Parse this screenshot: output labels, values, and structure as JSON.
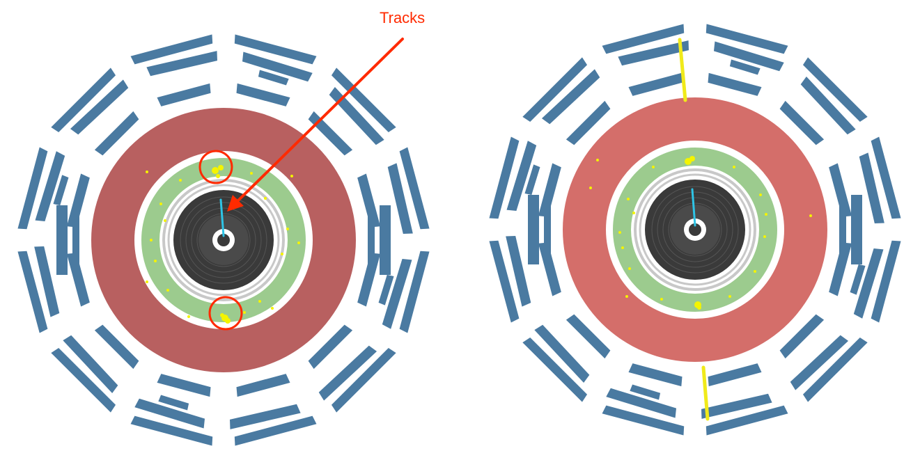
{
  "annotation": {
    "label": "Tracks",
    "color": "#ff2a00"
  },
  "colors": {
    "muon_chambers": "#4a7aa1",
    "hadronic_calorimeter_left": "#b86060",
    "hadronic_calorimeter_right": "#d46e6a",
    "em_calorimeter": "#9ccb8e",
    "tracker": "#3a3a3a",
    "tracker_inner": "#4a4a4a",
    "solenoid": "#c8c8c8",
    "energy_deposit": "#f4f400",
    "track": "#2ec4e6",
    "muon_track": "#f0ea1a",
    "highlight_circle": "#ff2a00"
  },
  "displays": [
    {
      "name": "event-display-left",
      "has_annotation": true,
      "has_muon_tracks": false
    },
    {
      "name": "event-display-right",
      "has_annotation": false,
      "has_muon_tracks": true
    }
  ]
}
